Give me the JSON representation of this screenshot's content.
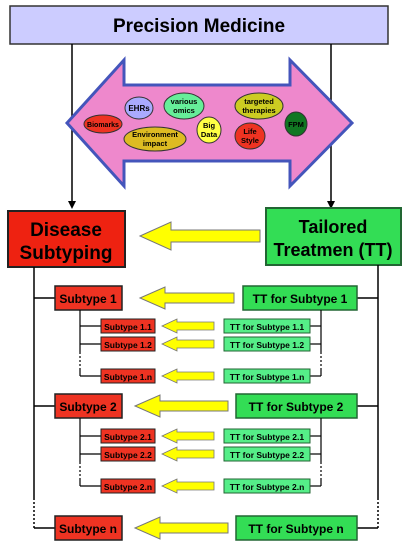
{
  "title": "Precision Medicine",
  "bubbles": {
    "ehrs": "EHRs",
    "omics": [
      "various",
      "omics"
    ],
    "targeted": [
      "targeted",
      "therapies"
    ],
    "biomarks": "Biomarks",
    "bigdata": [
      "Big",
      "Data"
    ],
    "fpm": "FPM",
    "env": [
      "Environment",
      "impact"
    ],
    "lifestyle": [
      "Life",
      "Style"
    ]
  },
  "disease": [
    "Disease",
    "Subtyping"
  ],
  "tailored": [
    "Tailored",
    "Treatmen (TT)"
  ],
  "groups": [
    {
      "subtype": "Subtype 1",
      "tt": "TT for Subtype 1",
      "children": [
        {
          "subtype": "Subtype 1.1",
          "tt": "TT for Subtype 1.1"
        },
        {
          "subtype": "Subtype 1.2",
          "tt": "TT for Subtype 1.2"
        },
        {
          "subtype": "Subtype 1.n",
          "tt": "TT for Subtype 1.n"
        }
      ]
    },
    {
      "subtype": "Subtype 2",
      "tt": "TT for Subtype 2",
      "children": [
        {
          "subtype": "Subtype 2.1",
          "tt": "TT for Subtype 2.1"
        },
        {
          "subtype": "Subtype 2.2",
          "tt": "TT for Subtype 2.2"
        },
        {
          "subtype": "Subtype 2.n",
          "tt": "TT for Subtype 2.n"
        }
      ]
    }
  ],
  "last": {
    "subtype": "Subtype n",
    "tt": "TT for Subtype n"
  },
  "colors": {
    "title_fill": "#ccccff",
    "red": "#ee3322",
    "green": "#33dd55",
    "light_green": "#55ee88",
    "arrow_yellow": "#ffff00",
    "big_arrow": "#ee88cc"
  }
}
